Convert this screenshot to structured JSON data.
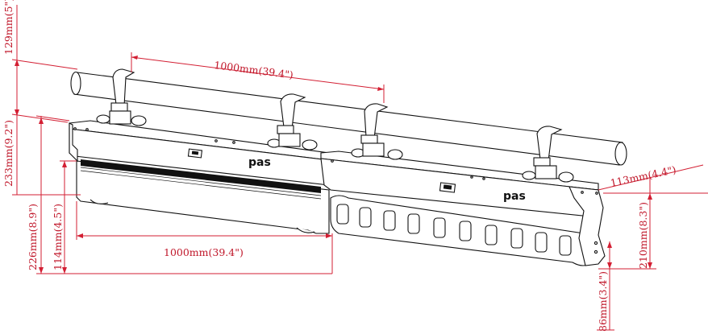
{
  "dimensions": {
    "pipe_length": "1000mm(39.4\")",
    "bar_length": "1000mm(39.4\")",
    "top_clearance": "129mm(5\")",
    "total_height": "233mm(9.2\")",
    "body_height": "226mm(8.9\")",
    "lower_height": "114mm(4.5\")",
    "depth": "113mm(4.4\")",
    "side_height": "210mm(8.3\")",
    "bottom_height": "86mm(3.4\")"
  },
  "logos": {
    "left_fixture": "pas",
    "right_fixture": "pas"
  },
  "colors": {
    "dimension_lines": "#d31f33",
    "dimension_text": "#c0172a",
    "outline": "#111111"
  }
}
